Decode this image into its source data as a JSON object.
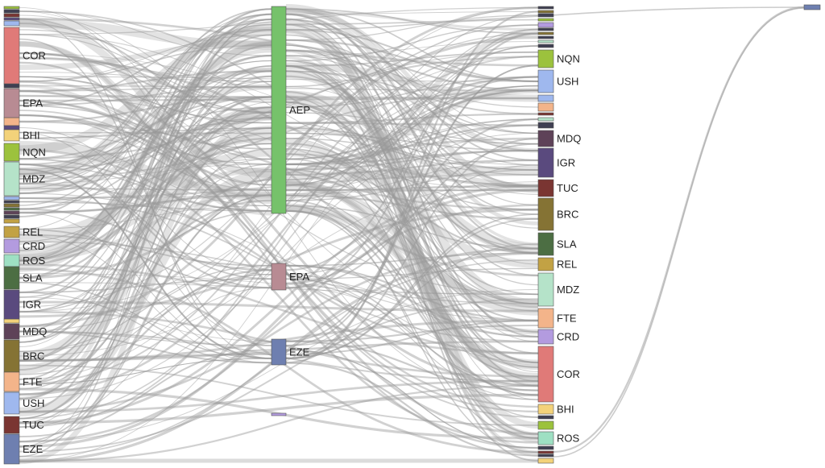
{
  "diagram": {
    "type": "sankey",
    "colors": {
      "link": "#999999",
      "COR": "#e07a78",
      "EPA": "#b88b93",
      "BHI": "#f3d27a",
      "NQN": "#9cc23d",
      "MDZ": "#b5e3c9",
      "REL": "#c2a244",
      "CRD": "#b39bdf",
      "ROS": "#9ee0c3",
      "SLA": "#4c6e43",
      "IGR": "#5a4a7e",
      "MDQ": "#5e4258",
      "BRC": "#857334",
      "FTE": "#f3b48a",
      "USH": "#9fb8ee",
      "TUC": "#7a3532",
      "EZE": "#6e7fb0",
      "AEP": "#76c26b",
      "small": "#3f3f52"
    },
    "left_nodes": [
      {
        "label": "COR",
        "color": "COR"
      },
      {
        "label": "EPA",
        "color": "EPA"
      },
      {
        "label": "BHI",
        "color": "BHI"
      },
      {
        "label": "NQN",
        "color": "NQN"
      },
      {
        "label": "MDZ",
        "color": "MDZ"
      },
      {
        "label": "REL",
        "color": "REL"
      },
      {
        "label": "CRD",
        "color": "CRD"
      },
      {
        "label": "ROS",
        "color": "ROS"
      },
      {
        "label": "SLA",
        "color": "SLA"
      },
      {
        "label": "IGR",
        "color": "IGR"
      },
      {
        "label": "MDQ",
        "color": "MDQ"
      },
      {
        "label": "BRC",
        "color": "BRC"
      },
      {
        "label": "FTE",
        "color": "FTE"
      },
      {
        "label": "USH",
        "color": "USH"
      },
      {
        "label": "TUC",
        "color": "TUC"
      },
      {
        "label": "EZE",
        "color": "EZE"
      }
    ],
    "middle_nodes": [
      {
        "label": "AEP",
        "color": "AEP"
      },
      {
        "label": "EPA",
        "color": "EPA"
      },
      {
        "label": "EZE",
        "color": "EZE"
      }
    ],
    "right_nodes": [
      {
        "label": "NQN",
        "color": "NQN"
      },
      {
        "label": "USH",
        "color": "USH"
      },
      {
        "label": "MDQ",
        "color": "MDQ"
      },
      {
        "label": "IGR",
        "color": "IGR"
      },
      {
        "label": "TUC",
        "color": "TUC"
      },
      {
        "label": "BRC",
        "color": "BRC"
      },
      {
        "label": "SLA",
        "color": "SLA"
      },
      {
        "label": "REL",
        "color": "REL"
      },
      {
        "label": "MDZ",
        "color": "MDZ"
      },
      {
        "label": "FTE",
        "color": "FTE"
      },
      {
        "label": "CRD",
        "color": "CRD"
      },
      {
        "label": "COR",
        "color": "COR"
      },
      {
        "label": "BHI",
        "color": "BHI"
      },
      {
        "label": "ROS",
        "color": "ROS"
      }
    ]
  }
}
